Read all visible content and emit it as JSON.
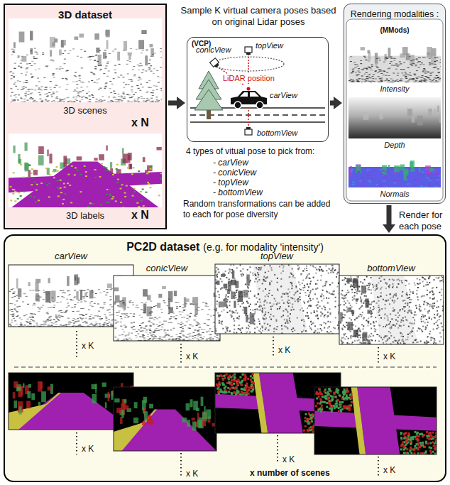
{
  "diagram": {
    "nodes": [
      {
        "text": [
          "3D dataset"
        ]
      },
      {
        "text": [
          "Sample K virtual camera poses based on original Lidar poses",
          "(VCP)"
        ]
      },
      {
        "text": [
          "Rendering modalities :",
          "(MMods)"
        ]
      },
      {
        "text": [
          "PC2D dataset",
          "(e.g. for modality 'intensity')"
        ]
      }
    ],
    "edges": [
      {
        "from": 0,
        "to": 1,
        "arrow": "to"
      },
      {
        "from": 1,
        "to": 2,
        "arrow": "to"
      },
      {
        "from": 2,
        "to": 3,
        "arrow": "to",
        "label": "Render for each pose"
      }
    ],
    "labels": [
      "3D scenes",
      "x N",
      "3D labels",
      "x N",
      "conicView",
      "topView",
      "LiDAR position",
      "carView",
      "bottomView",
      "4 types of vitual pose to pick from:",
      "- carView",
      "- conicView",
      "- topView",
      "- bottomView",
      "Random transformations can be added to each for pose diversity",
      "Intensity",
      "Depth",
      "Normals",
      "carView",
      "conicView",
      "topView",
      "bottomView",
      "x K",
      "x K",
      "x K",
      "x K",
      "x K",
      "x K",
      "x K",
      "x K",
      "x number of scenes"
    ]
  }
}
